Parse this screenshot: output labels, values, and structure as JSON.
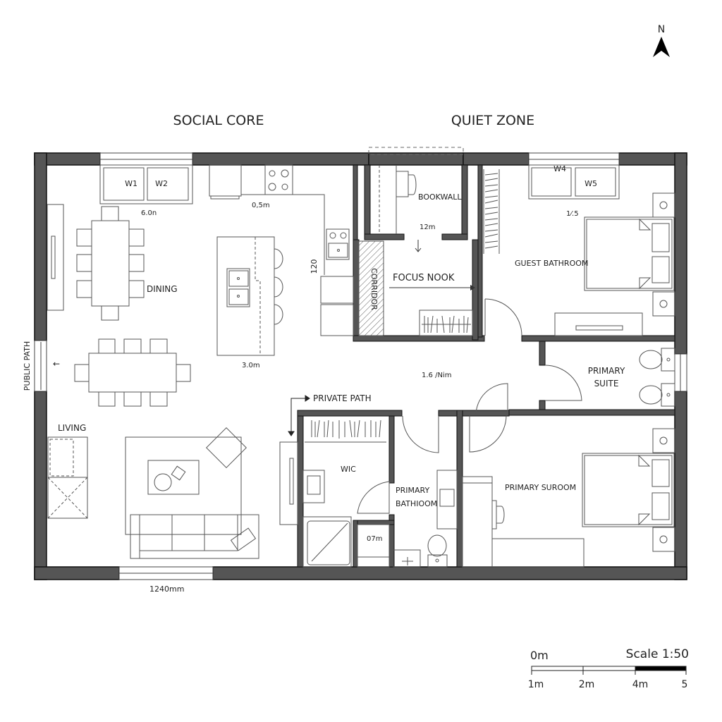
{
  "compass": {
    "label": "N",
    "icon": "north-arrow-icon"
  },
  "zones": {
    "left": "SOCIAL CORE",
    "right": "QUIET ZONE"
  },
  "rooms": {
    "dining": "DINING",
    "living": "LIVING",
    "bookwall": "BOOKWALL",
    "focus_nook": "FOCUS NOOK",
    "corridor": "CORRIDOR",
    "guest_bathroom": "GUEST BATHROOM",
    "primary_suite_line1": "PRIMARY",
    "primary_suite_line2": "SUITE",
    "wic": "WIC",
    "primary_bathroom_line1": "PRIMARY",
    "primary_bathroom_line2": "BATHIOOM",
    "primary_suroom": "PRIMARY SUROOM"
  },
  "windows": {
    "w1": "W1",
    "w2": "W2",
    "w4": "W4",
    "w5": "W5"
  },
  "paths": {
    "public": "PUBLIC PATH",
    "private": "PRIVATE PATH"
  },
  "dimensions": {
    "dining_width": "6.0n",
    "kitchen_counter": "0,5m",
    "kitchen_run": "120",
    "island": "3.0m",
    "bookwall": "12m",
    "guest": "1⁄.5",
    "hall": "1.6 /Nim",
    "bottom": "1240mm",
    "wc": "07m"
  },
  "scale_bar": {
    "title": "Scale 1:50",
    "start_label": "0m",
    "ticks": [
      "1m",
      "2m",
      "4m",
      "5"
    ]
  },
  "colors": {
    "wall": "#555555",
    "wall_edge": "#111111",
    "line": "#444444",
    "text": "#222222"
  }
}
